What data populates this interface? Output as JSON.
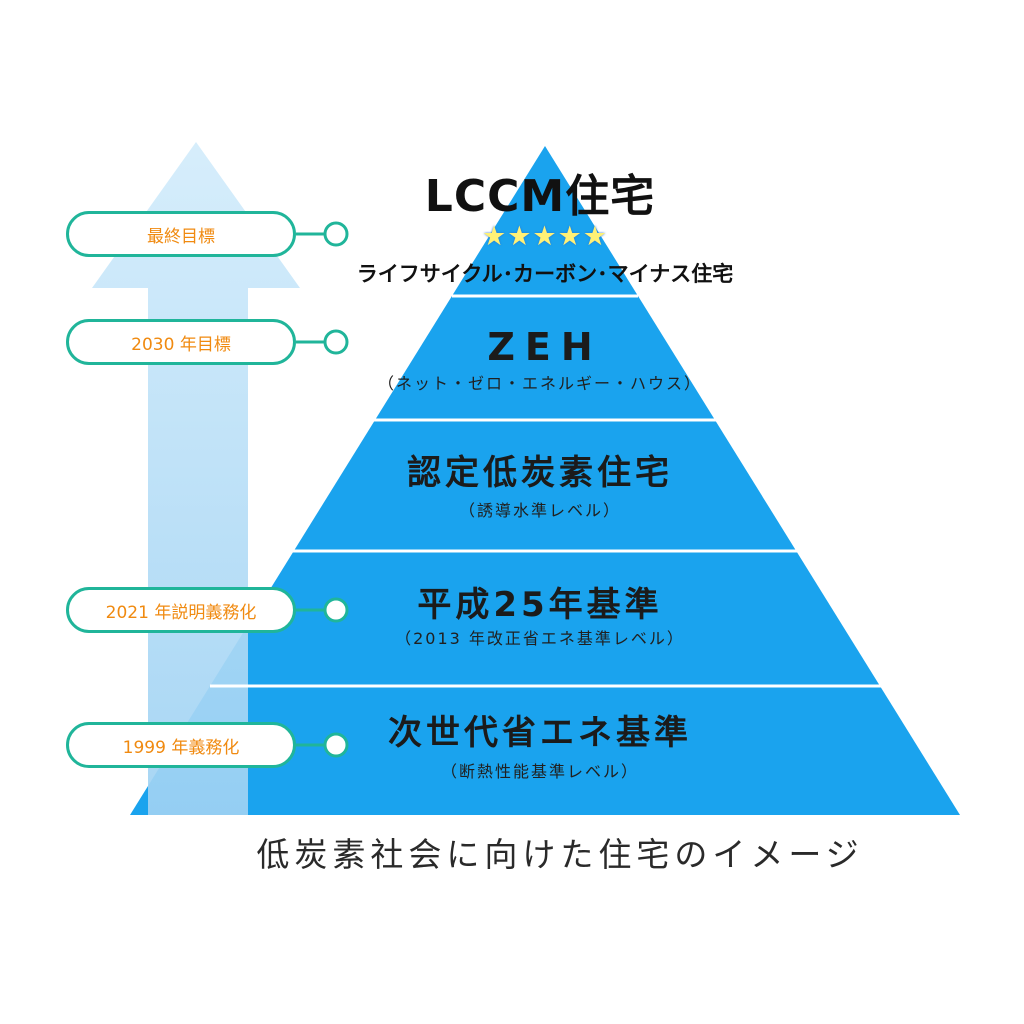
{
  "pyramid": {
    "top": {
      "title": "LCCM住宅",
      "stars": "★★★★★",
      "subtitle": "ライフサイクル･カーボン･マイナス住宅"
    },
    "tiers": [
      {
        "title": "ZEH",
        "subtitle": "（ネット・ゼロ・エネルギー・ハウス）"
      },
      {
        "title": "認定低炭素住宅",
        "subtitle": "（誘導水準レベル）"
      },
      {
        "title": "平成25年基準",
        "subtitle": "（2013 年改正省エネ基準レベル）"
      },
      {
        "title": "次世代省エネ基準",
        "subtitle": "（断熱性能基準レベル）"
      }
    ]
  },
  "timeline": {
    "labels": [
      {
        "text": "最終目標"
      },
      {
        "text": "2030 年目標"
      },
      {
        "text": "2021 年説明義務化"
      },
      {
        "text": "1999 年義務化"
      }
    ]
  },
  "caption": "低炭素社会に向けた住宅のイメージ",
  "colors": {
    "pyramid_blue": "#1aa3ee",
    "arrow_blue": "#a9d7f5",
    "pill_border": "#20b59a",
    "pill_text": "#f08a10",
    "star": "#fff176"
  }
}
